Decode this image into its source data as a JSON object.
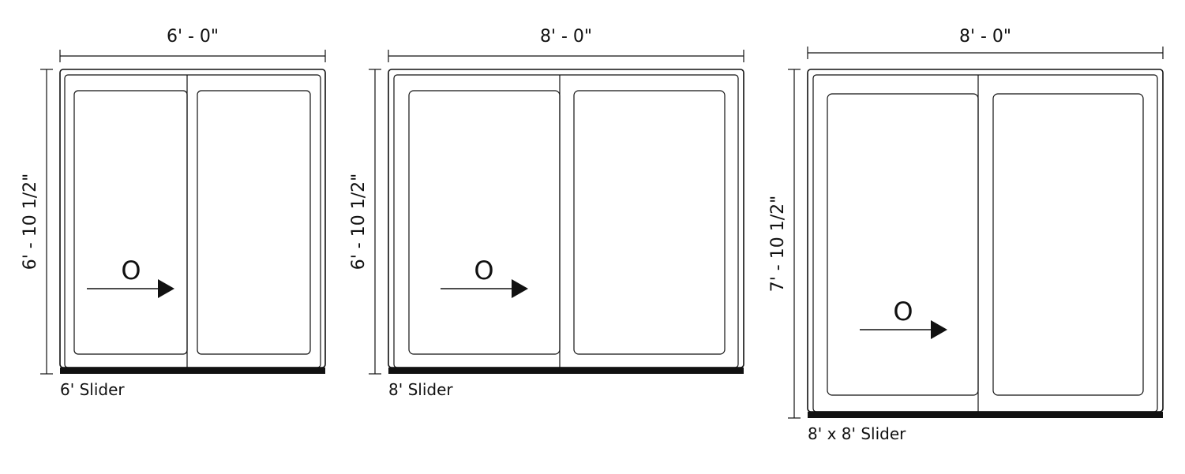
{
  "doors": [
    {
      "name": "6' Slider",
      "width_label": "6' - 0\"",
      "height_label": "6' - 10 1/2\"",
      "operation_label": "O"
    },
    {
      "name": "8' Slider",
      "width_label": "8' - 0\"",
      "height_label": "6' - 10 1/2\"",
      "operation_label": "O"
    },
    {
      "name": "8' x 8' Slider",
      "width_label": "8' - 0\"",
      "height_label": "7' - 10 1/2\"",
      "operation_label": "O"
    }
  ],
  "colors": {
    "line": "#111111",
    "background": "#ffffff"
  }
}
